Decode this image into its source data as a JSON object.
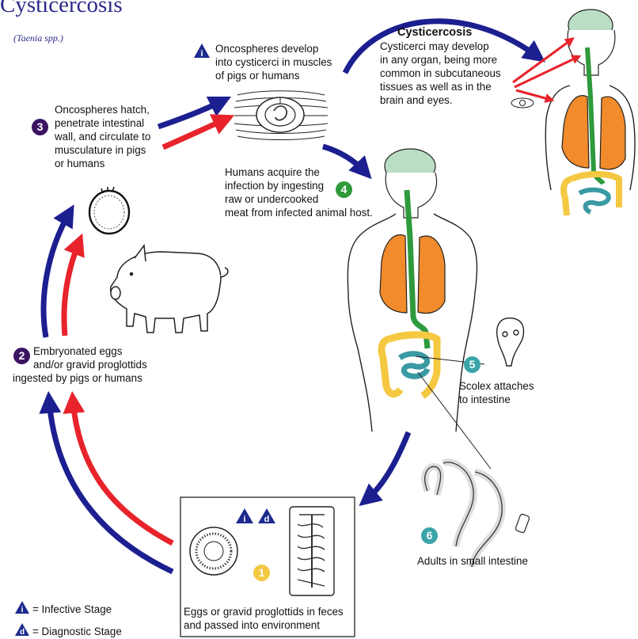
{
  "title": "Cysticercosis",
  "subtitle": "(Taenia spp.)",
  "colors": {
    "arrow_blue": "#1c1f8f",
    "arrow_red": "#e8232b",
    "lung": "#f18b2b",
    "gut_green": "#2e9a3d",
    "intestine_yellow": "#f5c842",
    "intestine_teal": "#3a9aa3",
    "brain": "#b9dec4",
    "stage_purple": "#3b1361",
    "stage_green": "#2f9a3b",
    "stage_teal": "#3aa4a8",
    "stage_yellow": "#f3c843",
    "marker_blue": "#1d2b8f"
  },
  "stages": [
    {
      "number": "1",
      "text_lines": [
        "Eggs or gravid proglottids in feces",
        "and passed into environment"
      ]
    },
    {
      "number": "2",
      "text_lines": [
        "Embryonated eggs",
        "and/or gravid proglottids",
        "ingested by pigs or humans"
      ]
    },
    {
      "number": "3",
      "text_lines": [
        "Oncospheres hatch,",
        "penetrate intestinal",
        "wall, and circulate to",
        "musculature in pigs",
        "or humans"
      ]
    },
    {
      "number": "4",
      "text_lines": [
        "Humans acquire the",
        "infection by ingesting",
        "raw or undercooked",
        "meat from infected animal host."
      ]
    },
    {
      "number": "5",
      "text_lines": [
        "Scolex attaches",
        "to intestine"
      ]
    },
    {
      "number": "6",
      "text_lines": [
        "Adults in small intestine"
      ]
    }
  ],
  "oncosphere_note": {
    "marker": "i",
    "text_lines": [
      "Oncospheres develop",
      "into cysticerci in muscles",
      "of pigs or humans"
    ]
  },
  "cysticercosis_box": {
    "heading": "Cysticercosis",
    "text_lines": [
      "Cysticerci may develop",
      "in any organ, being more",
      "common in subcutaneous",
      "tissues as well as in the",
      "brain and eyes."
    ]
  },
  "stage1_markers": [
    "i",
    "d"
  ],
  "legend": [
    {
      "marker": "i",
      "label": "= Infective Stage"
    },
    {
      "marker": "d",
      "label": "= Diagnostic Stage"
    }
  ]
}
